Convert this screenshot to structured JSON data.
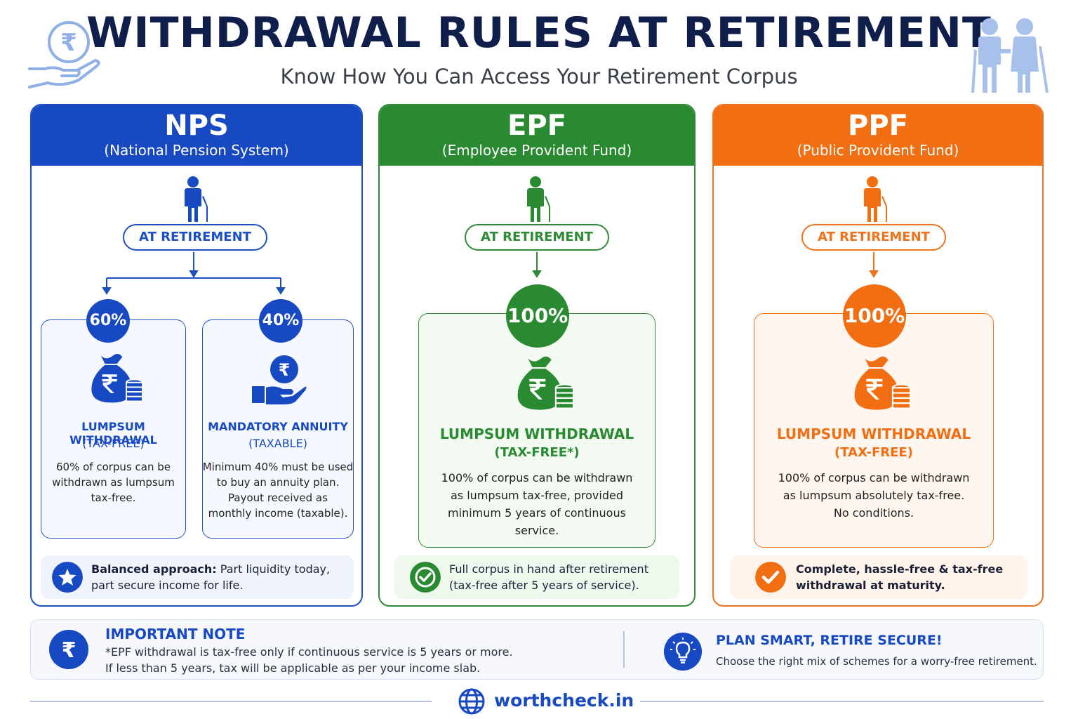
{
  "header": {
    "title": "WITHDRAWAL RULES AT RETIREMENT",
    "subtitle": "Know How You Can Access Your Retirement Corpus",
    "left_icon": "rupee-hand-icon",
    "right_icon": "elderly-couple-icon"
  },
  "colors": {
    "nps": "#1749c2",
    "epf": "#2a8a31",
    "ppf": "#f26e12",
    "title": "#0f1e4a"
  },
  "nps": {
    "name": "NPS",
    "full_name": "(National Pension System)",
    "stage": "AT RETIREMENT",
    "lumpsum": {
      "percent": "60%",
      "icon": "money-bag-icon",
      "title": "LUMPSUM WITHDRAWAL",
      "tax": "(TAX-FREE)",
      "desc": [
        "60% of corpus can be",
        "withdrawn as lumpsum",
        "tax-free."
      ]
    },
    "annuity": {
      "percent": "40%",
      "icon": "rupee-hand-icon",
      "title": "MANDATORY ANNUITY",
      "tax": "(TAXABLE)",
      "desc": [
        "Minimum 40% must be used",
        "to buy an annuity plan.",
        "Payout received as",
        "monthly income (taxable)."
      ]
    },
    "footer": {
      "icon": "star-icon",
      "bold": "Balanced approach:",
      "line1": " Part liquidity today,",
      "line2": "part secure income for life."
    }
  },
  "epf": {
    "name": "EPF",
    "full_name": "(Employee Provident Fund)",
    "stage": "AT RETIREMENT",
    "percent": "100%",
    "icon": "money-bag-icon",
    "title": "LUMPSUM WITHDRAWAL",
    "tax": "(TAX-FREE*)",
    "desc": [
      "100% of corpus can be withdrawn",
      "as lumpsum tax-free, provided",
      "minimum 5 years of continuous",
      "service."
    ],
    "footer": {
      "icon": "check-circle-icon",
      "line1": "Full corpus in hand after retirement",
      "line2": "(tax-free after 5 years of service)."
    }
  },
  "ppf": {
    "name": "PPF",
    "full_name": "(Public Provident Fund)",
    "stage": "AT RETIREMENT",
    "percent": "100%",
    "icon": "money-bag-icon",
    "title": "LUMPSUM WITHDRAWAL",
    "tax": "(TAX-FREE)",
    "desc": [
      "100% of corpus can be withdrawn",
      "as lumpsum absolutely tax-free.",
      "No conditions."
    ],
    "footer": {
      "icon": "check-icon",
      "line1": "Complete, hassle-free & tax-free",
      "line2": "withdrawal at maturity."
    }
  },
  "note": {
    "icon": "rupee-icon",
    "title": "IMPORTANT NOTE",
    "line1": "*EPF withdrawal is tax-free only if continuous service is 5 years or more.",
    "line2": "If less than 5 years, tax will be applicable as per your income slab."
  },
  "plan": {
    "icon": "lightbulb-icon",
    "title": "PLAN SMART, RETIRE SECURE!",
    "text": "Choose the right mix of schemes for a worry-free retirement."
  },
  "brand": {
    "icon": "globe-icon",
    "text": "worthcheck.in"
  }
}
